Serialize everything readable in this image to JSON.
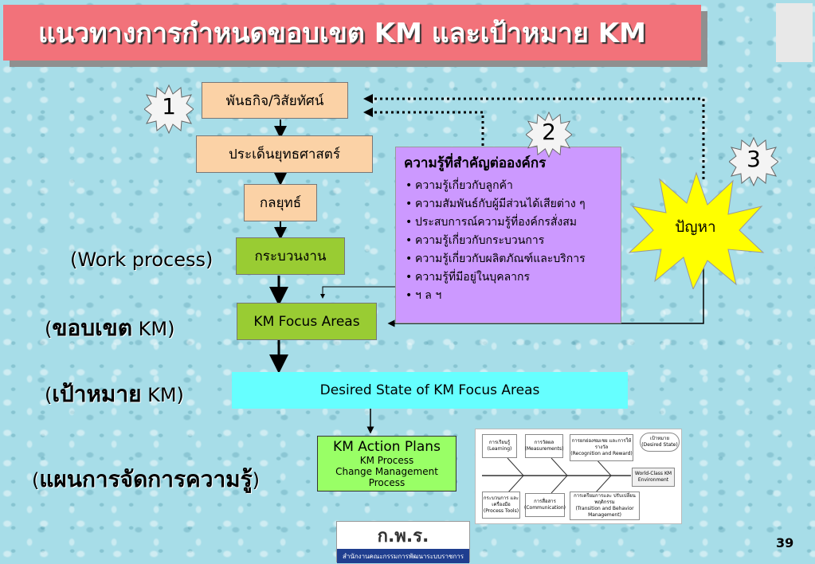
{
  "title": "แนวทางการกำหนดขอบเขต KM และเป้าหมาย KM",
  "flow": {
    "vision": "พันธกิจ/วิสัยทัศน์",
    "strategic_issues": "ประเด็นยุทธศาสตร์",
    "strategy": "กลยุทธ์",
    "process": "กระบวนงาน",
    "km_focus": "KM Focus Areas",
    "desired_state": "Desired State of KM Focus Areas",
    "action_plans": {
      "title": "KM Action Plans",
      "line2": "KM Process",
      "line3": "Change Management Process"
    }
  },
  "knowledge_box": {
    "heading": "ความรู้ที่สำคัญต่อองค์กร",
    "items": [
      "ความรู้เกี่ยวกับลูกค้า",
      "ความสัมพันธ์กับผู้มีส่วนได้เสียต่าง ๆ",
      "ประสบการณ์ความรู้ที่องค์กรสั่งสม",
      "ความรู้เกี่ยวกับกระบวนการ",
      "ความรู้เกี่ยวกับผลิตภัณฑ์และบริการ",
      "ความรู้ที่มีอยู่ในบุคลากร",
      "ฯ ล ฯ"
    ]
  },
  "problem_label": "ปัญหา",
  "badges": [
    "1",
    "2",
    "3"
  ],
  "side_labels": {
    "work_process": "(Work process)",
    "scope_bold": "ขอบเขต",
    "scope_rest": " KM)",
    "goal_bold": "เป้าหมาย",
    "goal_rest": " KM)",
    "plan": "แผนการจัดการความรู้",
    "open_paren": "(",
    "close_paren": ")"
  },
  "mini_diagram": {
    "top": [
      {
        "th": "การเรียนรู้",
        "en": "(Learning)"
      },
      {
        "th": "การวัดผล",
        "en": "(Measurements)"
      },
      {
        "th": "การยกย่องชมเชย และการให้รางวัล",
        "en": "(Recognition and Reward)"
      }
    ],
    "bottom": [
      {
        "th": "กระบวนการ และเครื่องมือ",
        "en": "(Process Tools)"
      },
      {
        "th": "การสื่อสาร",
        "en": "(Communication)"
      },
      {
        "th": "การเตรียมการและ ปรับเปลี่ยนพฤติกรรม",
        "en": "(Transition and Behavior Management)"
      }
    ],
    "cloud": {
      "th": "เป้าหมาย",
      "en": "(Desired State)"
    },
    "flag": "World-Class KM Environment"
  },
  "logo": {
    "big": "ก.พ.ร.",
    "small": "สำนักงานคณะกรรมการพัฒนาระบบราชการ"
  },
  "page_number": "39",
  "colors": {
    "title_bg": "#f2727a",
    "peach": "#fbd2a6",
    "green": "#99cc33",
    "purple": "#cc99ff",
    "cyan": "#66ffff",
    "action": "#99ff66",
    "star": "#ffff00"
  }
}
